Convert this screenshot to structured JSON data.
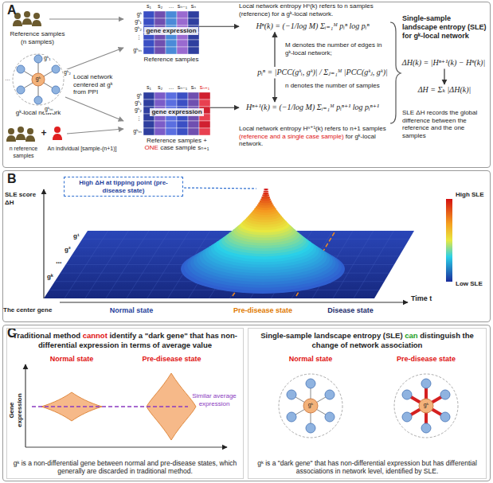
{
  "diagram": {
    "nodes": [
      {
        "text": [
          "A"
        ]
      },
      {
        "text": [
          "gene expression",
          "Reference samples"
        ],
        "in": 0
      },
      {
        "text": [
          "gene expression",
          "Reference samples + ONE case sample sₙ₊₁"
        ],
        "in": 0
      },
      {
        "text": [
          "Hⁿ(k) = (−1/log M) Σᵢ₌₁ᴹ pᵢⁿ log pᵢⁿ"
        ],
        "in": 0
      },
      {
        "text": [
          "pᵢⁿ = |PCC(gᵏᵢ, gᵏ)| / Σⱼ₌₁ᴹ |PCC(gᵏⱼ, gᵏ)|"
        ],
        "in": 0
      },
      {
        "text": [
          "Hⁿ⁺¹(k) = (−1/log M) Σᵢ₌₁ᴹ pᵢⁿ⁺¹ log pᵢⁿ⁺¹"
        ],
        "in": 0
      },
      {
        "text": [
          "ΔH(k) = |Hⁿ⁺¹(k) − Hⁿ(k)|"
        ],
        "in": 0
      },
      {
        "text": [
          "ΔH = Σₖ |ΔH(k)|"
        ],
        "in": 0
      },
      {
        "text": [
          "B"
        ]
      },
      {
        "text": [
          "High ΔH at tipping point (pre-disease state)"
        ],
        "in": 8
      },
      {
        "text": [
          "C"
        ]
      },
      {
        "text": [
          "Traditional method cannot identify a \"dark gene\" that has non-differential expression in terms of average value",
          "gᵏ is a non-differential gene between normal and pre-disease states, which generally are discarded in traditional method."
        ],
        "in": 10
      },
      {
        "text": [
          "Single-sample landscape entropy (SLE) can distinguish the change of network association",
          "gᵏ is a \"dark gene\" that has non-differential expression but has differential associations in network level, identified by SLE."
        ],
        "in": 10
      }
    ],
    "edges": [
      {
        "from": 1,
        "to": 3,
        "arrow": "to"
      },
      {
        "from": 2,
        "to": 5,
        "arrow": "to"
      },
      {
        "from": 4,
        "to": 3,
        "arrow": "to"
      },
      {
        "from": 4,
        "to": 5,
        "arrow": "to"
      },
      {
        "from": 6,
        "to": 7,
        "arrow": "to"
      }
    ],
    "labels": [
      "Reference samples (n samples)",
      "Local network centered at gᵏ from PPI",
      "gᵏ-local network",
      "gᵏ",
      "gᵏ₁",
      "gᵏ₂",
      "gᵏₘ",
      "…",
      "n reference samples",
      "+",
      "An individual [sample-(n+1)]",
      "s₁",
      "s₂",
      "…",
      "sₙ₋₁",
      "sₙ",
      "gᵏ",
      "gᵏ₁",
      "gᵏ₂",
      "⋮",
      "gᵏₘ",
      "s₁",
      "s₂",
      "…",
      "sₙ₋₁",
      "sₙ",
      "sₙ₊₁",
      "gᵏ",
      "gᵏ₁",
      "gᵏ₂",
      "⋮",
      "gᵏₘ",
      "Local network entropy Hⁿ(k) refers to n samples (reference) for a gᵏ-local network.",
      "M denotes the number of edges in gᵏ-local network;",
      "n denotes the number of samples",
      "Local network entropy Hⁿ⁺¹(k) refers to n+1 samples (reference and a single case sample) for gᵏ-local network.",
      "Single-sample landscape entropy (SLE) for gᵏ-local network",
      "SLE ΔH records the global difference between the reference and the one samples",
      "SLE score ΔH",
      "g¹",
      "g²",
      "⋯",
      "gᵏ",
      "The center gene",
      "Time t",
      "Normal state",
      "Pre-disease state",
      "Disease state",
      "High SLE",
      "Low SLE",
      "Gene expression",
      "Normal state",
      "Pre-disease state",
      "Similar average expression",
      "Normal state",
      "Pre-disease state",
      "gᵏ",
      "gᵏ"
    ]
  }
}
